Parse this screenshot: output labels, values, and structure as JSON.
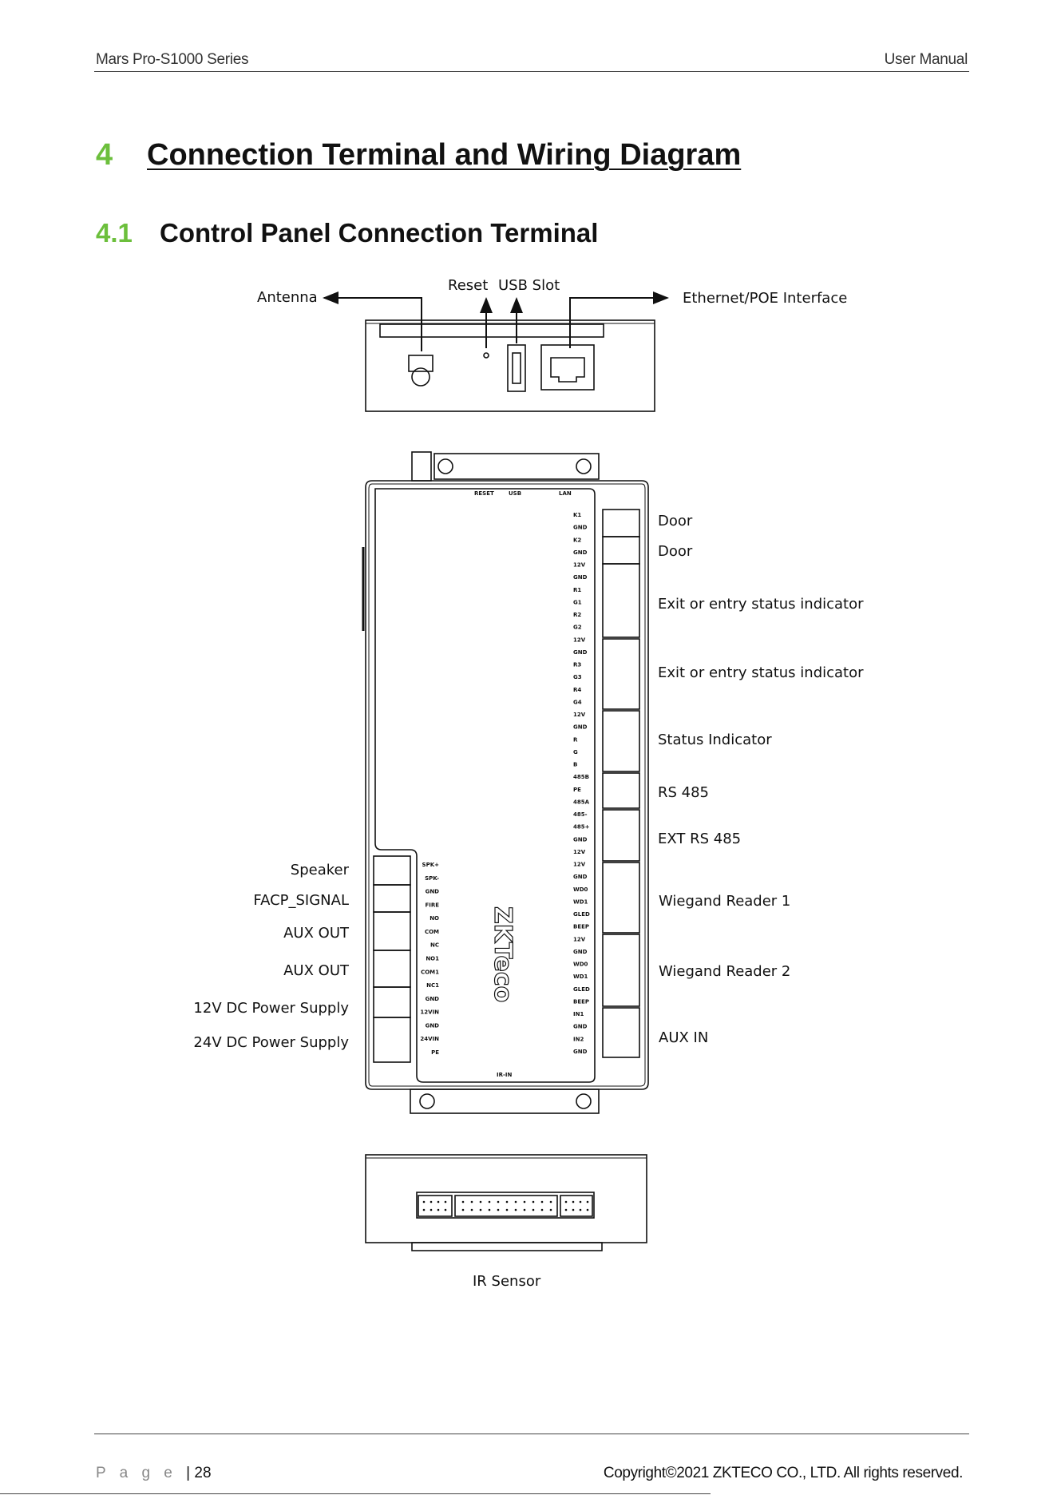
{
  "header": {
    "left": "Mars Pro-S1000 Series",
    "right": "User Manual"
  },
  "section": {
    "number": "4",
    "title": "Connection Terminal and Wiring Diagram"
  },
  "subsection": {
    "number": "4.1",
    "title": "Control Panel Connection Terminal"
  },
  "top_view": {
    "antenna": "Antenna",
    "reset": "Reset",
    "usb": "USB Slot",
    "ethernet": "Ethernet/POE Interface"
  },
  "board": {
    "top_labels": [
      "RESET",
      "USB",
      "LAN"
    ],
    "right_pins": [
      "K1",
      "GND",
      "K2",
      "GND",
      "12V",
      "GND",
      "R1",
      "G1",
      "R2",
      "G2",
      "12V",
      "GND",
      "R3",
      "G3",
      "R4",
      "G4",
      "12V",
      "GND",
      "R",
      "G",
      "B",
      "485B",
      "PE",
      "485A",
      "485-",
      "485+",
      "GND",
      "12V",
      "12V",
      "GND",
      "WD0",
      "WD1",
      "GLED",
      "BEEP",
      "12V",
      "GND",
      "WD0",
      "WD1",
      "GLED",
      "BEEP",
      "IN1",
      "GND",
      "IN2",
      "GND"
    ],
    "left_pins": [
      "SPK+",
      "SPK-",
      "GND",
      "FIRE",
      "NO",
      "COM",
      "NC",
      "NO1",
      "COM1",
      "NC1",
      "GND",
      "12VIN",
      "GND",
      "24VIN",
      "PE"
    ],
    "bottom_label": "IR-IN",
    "logo": "ZKTeco",
    "right_labels": [
      "Door",
      "Door",
      "Exit or entry status indicator",
      "Exit or entry status indicator",
      "Status Indicator",
      "RS 485",
      "EXT RS 485",
      "Wiegand Reader 1",
      "Wiegand Reader 2",
      "AUX IN"
    ],
    "left_labels": [
      "Speaker",
      "FACP_SIGNAL",
      "AUX OUT",
      "AUX OUT",
      "12V DC Power Supply",
      "24V DC Power Supply"
    ]
  },
  "bottom_view": {
    "ir": "IR Sensor"
  },
  "footer": {
    "page_word": "P a g e",
    "page_number": "| 28",
    "copyright": "Copyright©2021 ZKTECO CO., LTD.  All rights reserved."
  }
}
